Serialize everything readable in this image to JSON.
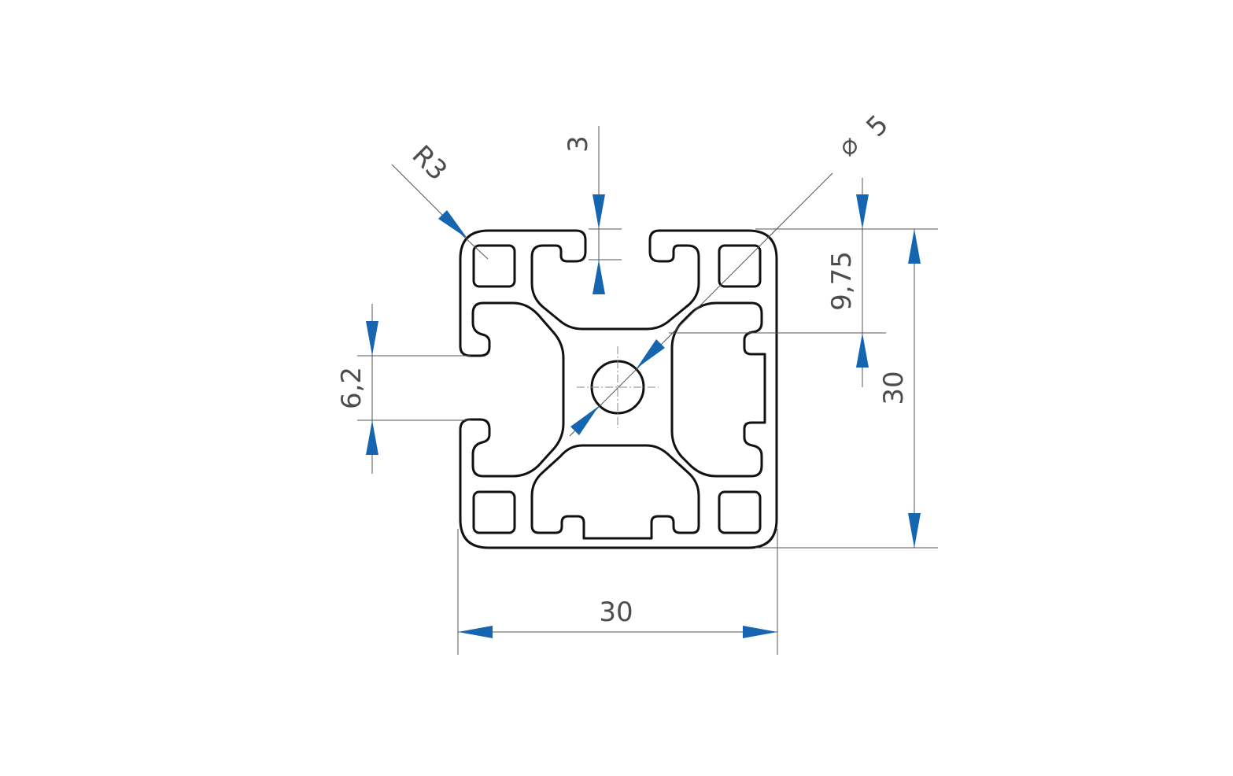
{
  "style": {
    "arrow_color": "#1565b0",
    "outline_color": "#111111",
    "dimension_line_color": "#555555",
    "text_color": "#4d4d4d"
  },
  "dimensions": {
    "width": "30",
    "height": "30",
    "slot_width": "6,2",
    "slot_depth": "3",
    "corner_radius": "R3",
    "bore_diameter_symbol": "⌀",
    "bore_diameter": "5",
    "slot_offset": "9,75"
  }
}
